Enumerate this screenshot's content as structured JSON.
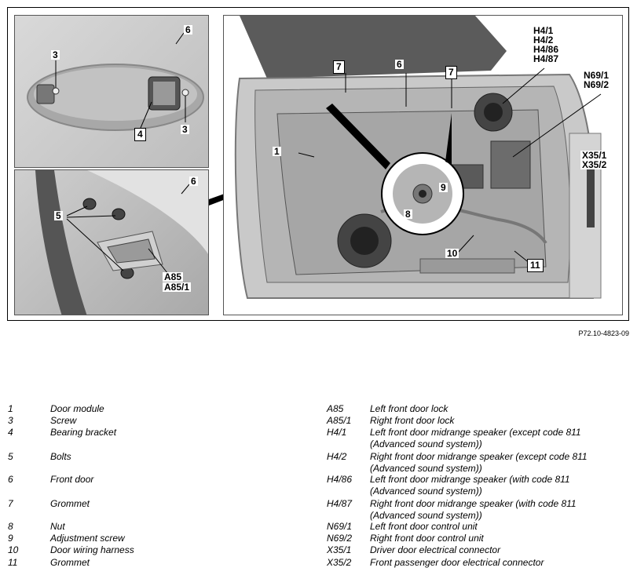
{
  "figure": {
    "reference": "P72.10-4823-09",
    "callouts_tl": [
      "6",
      "3",
      "4",
      "3"
    ],
    "callouts_bl": [
      "6",
      "5",
      "A85",
      "A85/1"
    ],
    "callouts_main": {
      "c7a": "7",
      "c6": "6",
      "c7b": "7",
      "h4": [
        "H4/1",
        "H4/2",
        "H4/86",
        "H4/87"
      ],
      "n69": [
        "N69/1",
        "N69/2"
      ],
      "x35": [
        "X35/1",
        "X35/2"
      ],
      "c1": "1",
      "c9": "9",
      "c8": "8",
      "c10": "10",
      "c11": "11"
    }
  },
  "legend_left": [
    {
      "code": "1",
      "desc": "Door module"
    },
    {
      "code": "3",
      "desc": "Screw"
    },
    {
      "code": "4",
      "desc": "Bearing bracket"
    },
    {
      "code": "5",
      "desc": "Bolts"
    },
    {
      "code": "6",
      "desc": "Front door"
    },
    {
      "code": "7",
      "desc": "Grommet"
    },
    {
      "code": "8",
      "desc": "Nut"
    },
    {
      "code": "9",
      "desc": "Adjustment screw"
    },
    {
      "code": "10",
      "desc": "Door wiring harness"
    },
    {
      "code": "11",
      "desc": "Grommet"
    }
  ],
  "legend_right": [
    {
      "code": "A85",
      "desc": "Left front door lock",
      "desc2": ""
    },
    {
      "code": "A85/1",
      "desc": "Right front door lock",
      "desc2": ""
    },
    {
      "code": "H4/1",
      "desc": "Left front door midrange speaker (except code 811",
      "desc2": "(Advanced sound system))"
    },
    {
      "code": "H4/2",
      "desc": "Right front door midrange speaker (except code 811",
      "desc2": "(Advanced sound system))"
    },
    {
      "code": "H4/86",
      "desc": "Left front door midrange speaker (with code 811",
      "desc2": "(Advanced sound system))"
    },
    {
      "code": "H4/87",
      "desc": "Right front door midrange speaker (with code 811",
      "desc2": "(Advanced sound system))"
    },
    {
      "code": "N69/1",
      "desc": "Left front door control unit",
      "desc2": ""
    },
    {
      "code": "N69/2",
      "desc": "Right front door control unit",
      "desc2": ""
    },
    {
      "code": "X35/1",
      "desc": "Driver door electrical connector",
      "desc2": ""
    },
    {
      "code": "X35/2",
      "desc": "Front passenger door electrical connector",
      "desc2": ""
    }
  ]
}
